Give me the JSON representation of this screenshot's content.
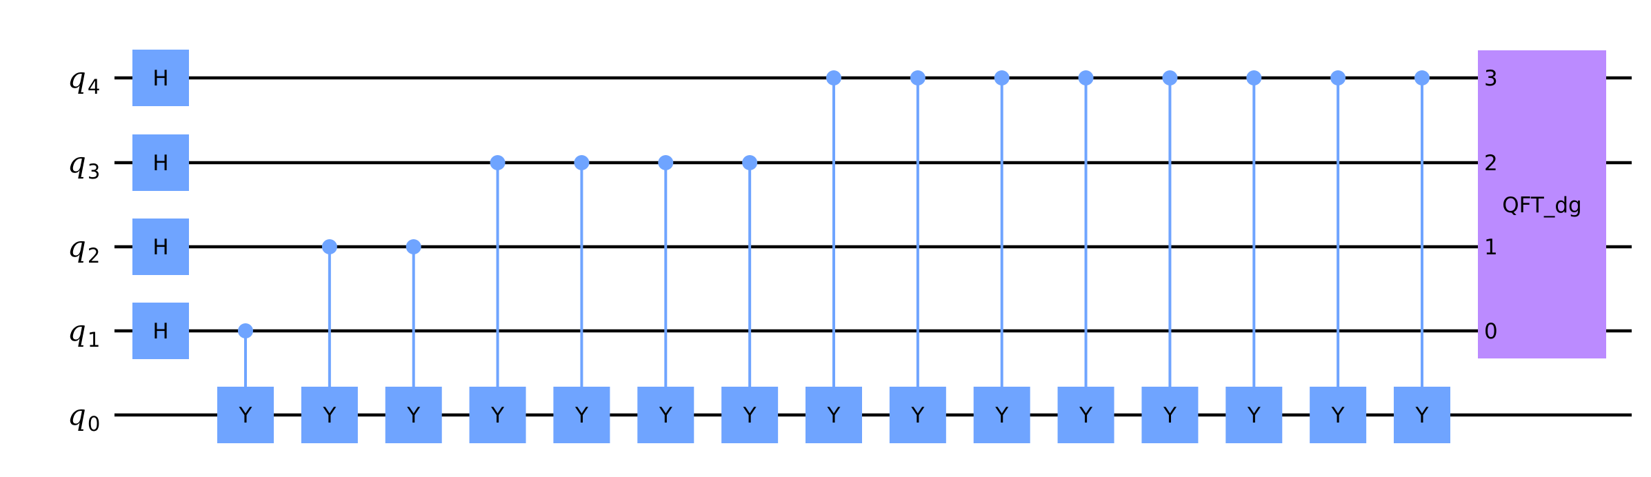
{
  "colors": {
    "wire": "#000000",
    "gate": "#6fa4ff",
    "qft_gate": "#bb8bff",
    "text": "#000000",
    "background": "#ffffff"
  },
  "qubits": [
    {
      "id": "q4",
      "letter": "q",
      "sub": "4"
    },
    {
      "id": "q3",
      "letter": "q",
      "sub": "3"
    },
    {
      "id": "q2",
      "letter": "q",
      "sub": "2"
    },
    {
      "id": "q1",
      "letter": "q",
      "sub": "1"
    },
    {
      "id": "q0",
      "letter": "q",
      "sub": "0"
    }
  ],
  "hadamard_gates": [
    {
      "qubit": "q4",
      "label": "H"
    },
    {
      "qubit": "q3",
      "label": "H"
    },
    {
      "qubit": "q2",
      "label": "H"
    },
    {
      "qubit": "q1",
      "label": "H"
    }
  ],
  "controlled_gates": [
    {
      "control": "q1",
      "target": "q0",
      "label": "Y"
    },
    {
      "control": "q2",
      "target": "q0",
      "label": "Y"
    },
    {
      "control": "q2",
      "target": "q0",
      "label": "Y"
    },
    {
      "control": "q3",
      "target": "q0",
      "label": "Y"
    },
    {
      "control": "q3",
      "target": "q0",
      "label": "Y"
    },
    {
      "control": "q3",
      "target": "q0",
      "label": "Y"
    },
    {
      "control": "q3",
      "target": "q0",
      "label": "Y"
    },
    {
      "control": "q4",
      "target": "q0",
      "label": "Y"
    },
    {
      "control": "q4",
      "target": "q0",
      "label": "Y"
    },
    {
      "control": "q4",
      "target": "q0",
      "label": "Y"
    },
    {
      "control": "q4",
      "target": "q0",
      "label": "Y"
    },
    {
      "control": "q4",
      "target": "q0",
      "label": "Y"
    },
    {
      "control": "q4",
      "target": "q0",
      "label": "Y"
    },
    {
      "control": "q4",
      "target": "q0",
      "label": "Y"
    },
    {
      "control": "q4",
      "target": "q0",
      "label": "Y"
    }
  ],
  "qft_gate": {
    "label": "QFT_dg",
    "inputs": [
      {
        "qubit": "q4",
        "index": "3"
      },
      {
        "qubit": "q3",
        "index": "2"
      },
      {
        "qubit": "q2",
        "index": "1"
      },
      {
        "qubit": "q1",
        "index": "0"
      }
    ]
  }
}
